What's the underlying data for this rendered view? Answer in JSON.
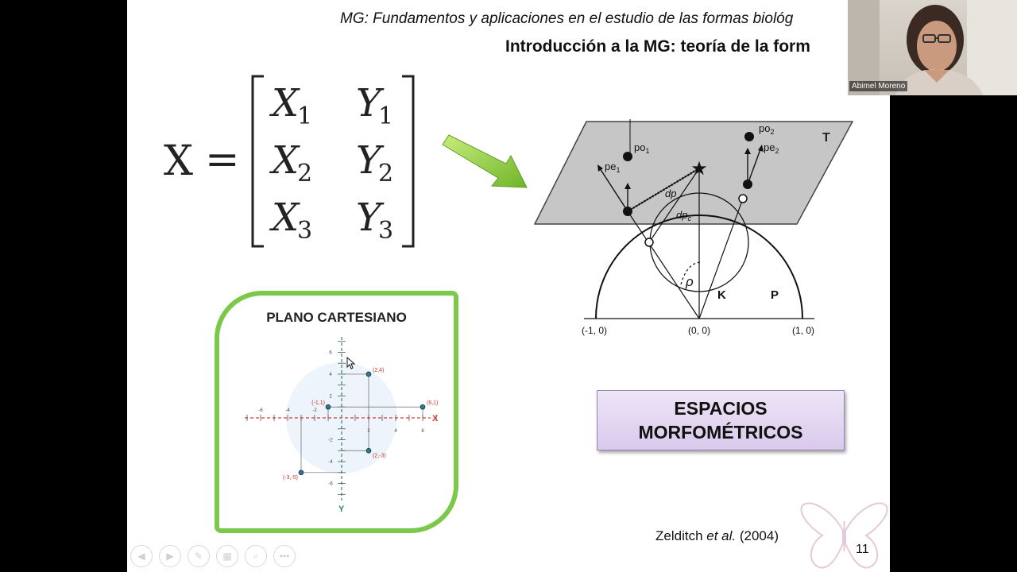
{
  "slide": {
    "course_title": "MG: Fundamentos y aplicaciones en el estudio de las formas biológ",
    "section_title": "Introducción a la MG: teoría de la form",
    "matrix": {
      "lhs": "X",
      "eq": "=",
      "rows": [
        [
          "X",
          "1",
          "Y",
          "1"
        ],
        [
          "X",
          "2",
          "Y",
          "2"
        ],
        [
          "X",
          "3",
          "Y",
          "3"
        ]
      ]
    },
    "diagram": {
      "plane_label": "T",
      "po1": "po",
      "po1_sub": "1",
      "pe1": "pe",
      "pe1_sub": "1",
      "po2": "po",
      "po2_sub": "2",
      "pe2": "pe",
      "pe2_sub": "2",
      "dp": "dp",
      "dpc": "dp",
      "dpc_sub": "c",
      "rho": "ρ",
      "k": "K",
      "p": "P",
      "axis_left": "(-1, 0)",
      "axis_mid": "(0, 0)",
      "axis_right": "(1, 0)"
    },
    "cartesian": {
      "title": "PLANO CARTESIANO",
      "x_label": "X",
      "y_label": "Y",
      "x_ticks": [
        "-6",
        "-4",
        "-2",
        "2",
        "4",
        "6"
      ],
      "y_ticks": [
        "6",
        "4",
        "2",
        "-2",
        "-4",
        "-6"
      ],
      "points": [
        {
          "label": "(2,4)",
          "x": 2,
          "y": 4
        },
        {
          "label": "(-1,1)",
          "x": -1,
          "y": 1
        },
        {
          "label": "(6,1)",
          "x": 6,
          "y": 1
        },
        {
          "label": "(2,-3)",
          "x": 2,
          "y": -3
        },
        {
          "label": "(-3,-5)",
          "x": -3,
          "y": -5
        }
      ]
    },
    "concept_box": "ESPACIOS MORFOMÉTRICOS",
    "citation": {
      "author": "Zelditch",
      "etal": "et al.",
      "year": "(2004)"
    },
    "slide_number": "11"
  },
  "toolbar": {
    "buttons": [
      {
        "name": "prev-button",
        "icon": "arrow-left-icon"
      },
      {
        "name": "next-button",
        "icon": "arrow-right-icon"
      },
      {
        "name": "pen-button",
        "icon": "pen-icon"
      },
      {
        "name": "slides-button",
        "icon": "slides-icon"
      },
      {
        "name": "zoom-button",
        "icon": "magnifier-icon"
      },
      {
        "name": "more-button",
        "icon": "ellipsis-icon"
      }
    ]
  },
  "video": {
    "participant_name": "Abimel Moreno"
  },
  "colors": {
    "arrow": "#8ecb3a",
    "card_border": "#7cc84a",
    "box_fill": "#e4d8f2",
    "axis_x": "#d23b3b",
    "axis_y": "#2e8b57"
  }
}
